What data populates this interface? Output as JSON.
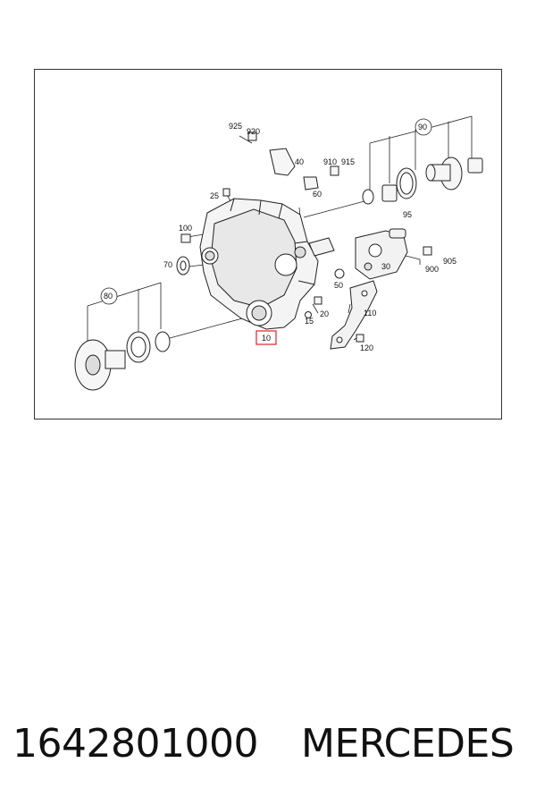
{
  "diagram": {
    "labels": {
      "l925": "925",
      "l920": "920",
      "l90": "90",
      "l40": "40",
      "l910": "910",
      "l915": "915",
      "l25": "25",
      "l60": "60",
      "l95": "95",
      "l100": "100",
      "l70": "70",
      "l30": "30",
      "l900": "900",
      "l905": "905",
      "l50": "50",
      "l80": "80",
      "l110": "110",
      "l15": "15",
      "l20": "20",
      "l10": "10",
      "l120": "120"
    },
    "highlight_color": "#e0202a",
    "line_color": "#222222"
  },
  "caption": {
    "part_number": "1642801000",
    "brand": "MERCEDES"
  }
}
